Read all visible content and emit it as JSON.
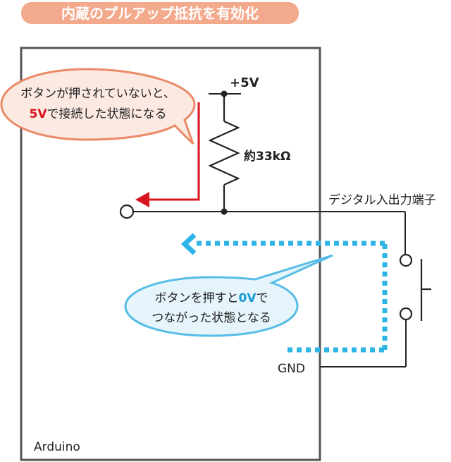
{
  "title": "内蔵のプルアップ抵抗を有効化",
  "labels": {
    "vcc": "+5V",
    "resistor": "約33kΩ",
    "pin": "デジタル入出力端子",
    "gnd": "GND",
    "board": "Arduino"
  },
  "callout_red": {
    "line1": "ボタンが押されていないと、",
    "highlight": "5V",
    "line2_rest": "で接続した状態になる"
  },
  "callout_blue": {
    "line1_pre": "ボタンを押すと",
    "highlight": "0V",
    "line1_post": "で",
    "line2": "つながった状態となる"
  },
  "colors": {
    "title_bg": "#f2a98c",
    "title_text": "#ffffff",
    "board_border": "#555555",
    "wire": "#222222",
    "red_arrow": "#d8141e",
    "blue_dots": "#2eb4e6",
    "callout_red_fill": "#fbe9e2",
    "callout_red_stroke": "#ea8a67",
    "callout_blue_fill": "#e6f4fb",
    "callout_blue_stroke": "#56bde6",
    "highlight_red": "#d8141e",
    "highlight_blue": "#1a9ad6"
  }
}
